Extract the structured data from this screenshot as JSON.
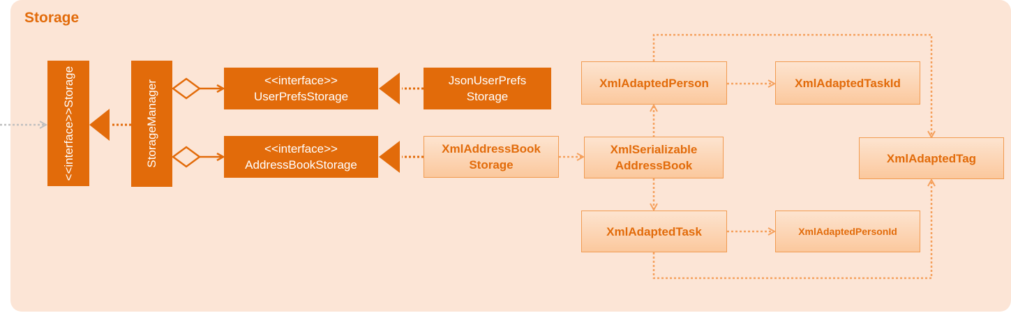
{
  "panel": {
    "title": "Storage"
  },
  "boxes": {
    "storage_interface": {
      "stereotype": "<<interface>>",
      "name": "Storage"
    },
    "storage_manager": {
      "name": "StorageManager"
    },
    "user_prefs_storage": {
      "stereotype": "<<interface>>",
      "name": "UserPrefsStorage"
    },
    "address_book_storage": {
      "stereotype": "<<interface>>",
      "name": "AddressBookStorage"
    },
    "json_user_prefs_storage": {
      "line1": "JsonUserPrefs",
      "line2": "Storage"
    },
    "xml_address_book_storage": {
      "line1": "XmlAddressBook",
      "line2": "Storage"
    },
    "xml_serializable_address_book": {
      "line1": "XmlSerializable",
      "line2": "AddressBook"
    },
    "xml_adapted_person": {
      "name": "XmlAdaptedPerson"
    },
    "xml_adapted_task_id": {
      "name": "XmlAdaptedTaskId"
    },
    "xml_adapted_tag": {
      "name": "XmlAdaptedTag"
    },
    "xml_adapted_task": {
      "name": "XmlAdaptedTask"
    },
    "xml_adapted_person_id": {
      "name": "XmlAdaptedPersonId"
    }
  },
  "colors": {
    "panel_bg": "#fce5d6",
    "dark_orange": "#e26b0a",
    "light_orange": "#f5a05c",
    "external_arrow": "#bfbfbf"
  }
}
